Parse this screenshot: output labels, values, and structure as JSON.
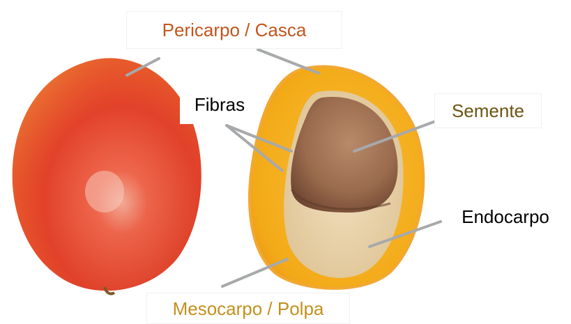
{
  "labels": {
    "pericarpo": "Pericarpo / Casca",
    "fibras": "Fibras",
    "semente": "Semente",
    "endocarpo": "Endocarpo",
    "mesocarpo": "Mesocarpo / Polpa"
  },
  "colors": {
    "pericarpo": "#c2551c",
    "fibras": "#000000",
    "semente": "#6b5410",
    "endocarpo": "#000000",
    "mesocarpo": "#c3901e",
    "leader_line": "#a7a9ab",
    "flesh": "#f4ad1a",
    "seed": "#9a6c4e",
    "endocarp": "#ead6b3",
    "skin_red": "#e2452b",
    "skin_orange": "#f0a23a"
  }
}
